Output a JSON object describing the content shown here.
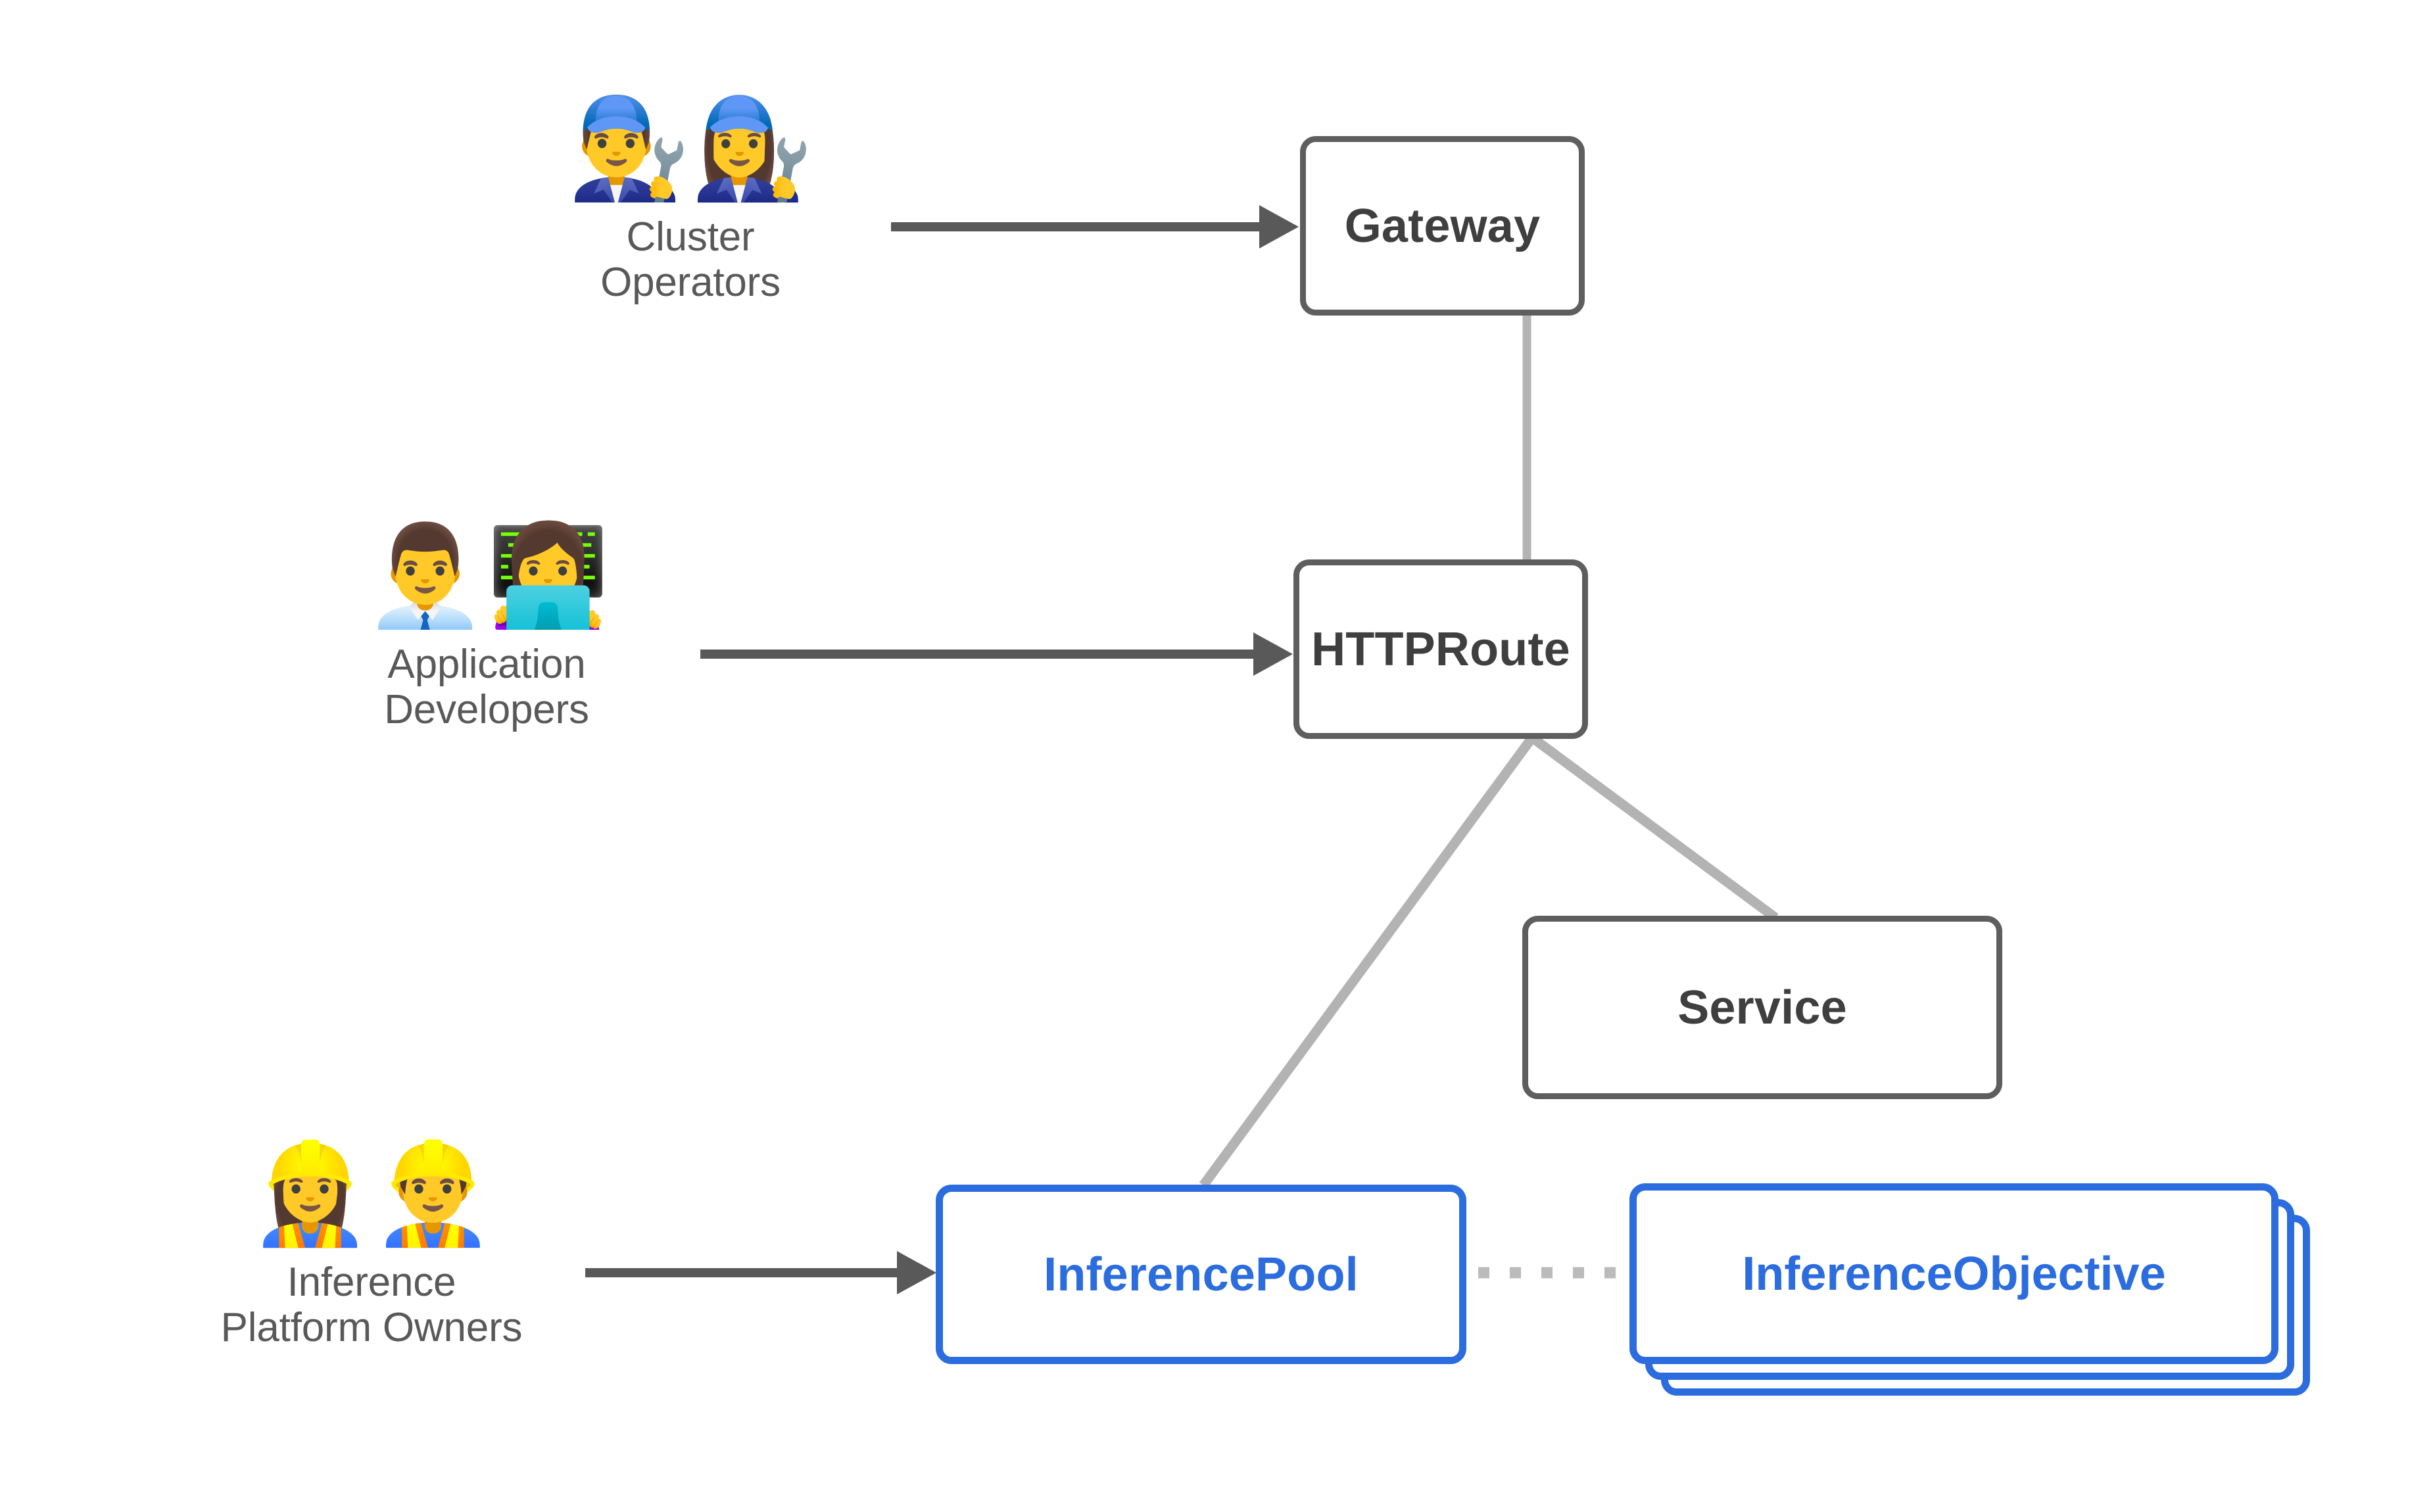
{
  "diagram": {
    "title": "Gateway API Inference Extension personas and resources",
    "background": "#ffffff",
    "colors": {
      "box_border_gray": "#5e5e5e",
      "box_text_gray": "#3f3f3f",
      "accent_blue": "#2b6cdf",
      "label_gray": "#595959",
      "arrow_gray": "#595959",
      "link_gray": "#b3b3b3",
      "dotted_gray": "#bbbbbb"
    }
  },
  "personas": [
    {
      "id": "cluster-operators",
      "label": "Cluster\nOperators",
      "icons": [
        {
          "name": "man-mechanic-emoji",
          "glyph": "👨‍🔧"
        },
        {
          "name": "woman-mechanic-emoji",
          "glyph": "👩‍🔧"
        }
      ]
    },
    {
      "id": "application-developers",
      "label": "Application\nDevelopers",
      "icons": [
        {
          "name": "man-office-worker-emoji",
          "glyph": "👨‍💼"
        },
        {
          "name": "woman-technologist-emoji",
          "glyph": "👩‍💻"
        }
      ]
    },
    {
      "id": "inference-platform-owners",
      "label": "Inference\nPlatform Owners",
      "icons": [
        {
          "name": "woman-construction-worker-emoji",
          "glyph": "👷‍♀️"
        },
        {
          "name": "man-construction-worker-emoji",
          "glyph": "👷‍♂️"
        }
      ]
    }
  ],
  "nodes": [
    {
      "id": "gateway",
      "label": "Gateway",
      "style": "gray"
    },
    {
      "id": "httproute",
      "label": "HTTPRoute",
      "style": "gray"
    },
    {
      "id": "service",
      "label": "Service",
      "style": "gray"
    },
    {
      "id": "inferencepool",
      "label": "InferencePool",
      "style": "blue"
    },
    {
      "id": "inferenceobjective",
      "label": "InferenceObjective",
      "style": "blue",
      "stacked": true,
      "stack_count": 3
    }
  ],
  "edges": [
    {
      "id": "operators-to-gateway",
      "from": "cluster-operators",
      "to": "gateway",
      "kind": "arrow",
      "color": "#595959"
    },
    {
      "id": "developers-to-httproute",
      "from": "application-developers",
      "to": "httproute",
      "kind": "arrow",
      "color": "#595959"
    },
    {
      "id": "owners-to-inferencepool",
      "from": "inference-platform-owners",
      "to": "inferencepool",
      "kind": "arrow",
      "color": "#595959"
    },
    {
      "id": "gateway-to-httproute",
      "from": "gateway",
      "to": "httproute",
      "kind": "line",
      "color": "#b3b3b3"
    },
    {
      "id": "httproute-to-inferencepool",
      "from": "httproute",
      "to": "inferencepool",
      "kind": "line",
      "color": "#b3b3b3"
    },
    {
      "id": "httproute-to-service",
      "from": "httproute",
      "to": "service",
      "kind": "line",
      "color": "#b3b3b3"
    },
    {
      "id": "inferencepool-to-inferenceobjective",
      "from": "inferencepool",
      "to": "inferenceobjective",
      "kind": "dotted",
      "color": "#bbbbbb"
    }
  ]
}
